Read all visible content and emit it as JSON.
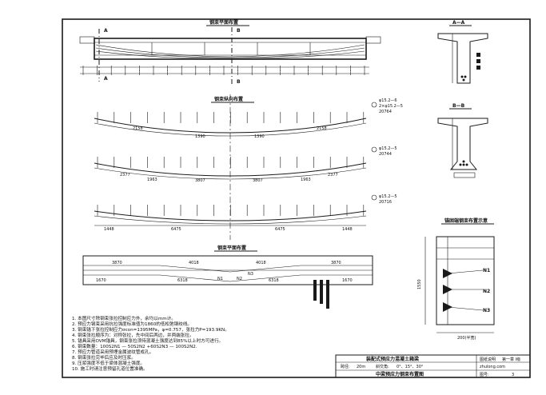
{
  "views": {
    "elevation_title": "钢束平面布置",
    "section_title": "钢束纵向布置",
    "plan_title": "钢束平面布置",
    "section_aa": "A—A",
    "section_bb": "B—B",
    "detail_title": "锚固端钢束布置示意"
  },
  "cut_marks": {
    "a": "A",
    "b": "B"
  },
  "strand_labels": {
    "n1": "φ15.2—6",
    "n1_sub": "2×φ15.2—5",
    "n1_len": "20764",
    "n2": "φ15.2—5",
    "n2_len": "20744",
    "n3": "φ15.2—5",
    "n3_len": "20716"
  },
  "rows": {
    "row1_left": "2158",
    "row1_mid_left": "1390",
    "row1_mid_right": "1390",
    "row1_right": "2158",
    "row2_left": "2377",
    "row2_mid_left": "1963",
    "row2_center_left": "3807",
    "row2_center_right": "3807",
    "row2_mid_right": "1963",
    "row2_right": "2377",
    "row3_left": "1448",
    "row3_mid_left": "6475",
    "row3_mid_right": "6475",
    "row3_right": "1448"
  },
  "plan": {
    "d1": "3870",
    "d2": "4018",
    "d3": "4018",
    "d4": "3870",
    "d5": "1670",
    "d6": "6318",
    "d7": "6318",
    "d8": "1670",
    "n1": "N1",
    "n2": "N2",
    "n3": "N3"
  },
  "detail": {
    "n1": "N1",
    "n2": "N2",
    "n3": "N3",
    "height": "1550",
    "base": "200(半宽)"
  },
  "notes": [
    "1. 本图尺寸除钢束张拉控制应力外，余均以mm计。",
    "2. 预应力钢束采用抗拉强度标准值为1860的低松弛钢绞线。",
    "3. 钢束锚下张拉控制应力σcon=1395MPa，φ=0.757，张拉力P=193.9KN。",
    "4. 钢束张拉顺序为：对称张拉，先中间后两边，并两端张拉。",
    "5. 锚具采用OVM锚具，钢束张拉须待混凝土强度达到85%以上时方可进行。",
    "6. 钢束数量：100S2N1 — 50S2N2 +60S2N3 — 100S2N2.",
    "7. 预应力管道采用预埋金属波纹管成孔。",
    "8. 钢束张拉完毕后应及时压浆。",
    "9. 压浆强度不低于梁体混凝土强度。",
    "10. 施工时请注意预留孔道位置准确。"
  ],
  "title_block": {
    "project": "装配式预应力混凝土箱梁",
    "drawing_label": "图纸说明",
    "span_label": "跨径:",
    "span_value": "20m",
    "skew_label": "斜交角:",
    "skew_value": "0°、15°、30°",
    "drawing_name": "中梁预应力钢束布置图",
    "chapter": "第一章 I级",
    "sheet_label": "图号:",
    "sheet_value": "3",
    "watermark": "zhulong.com"
  }
}
